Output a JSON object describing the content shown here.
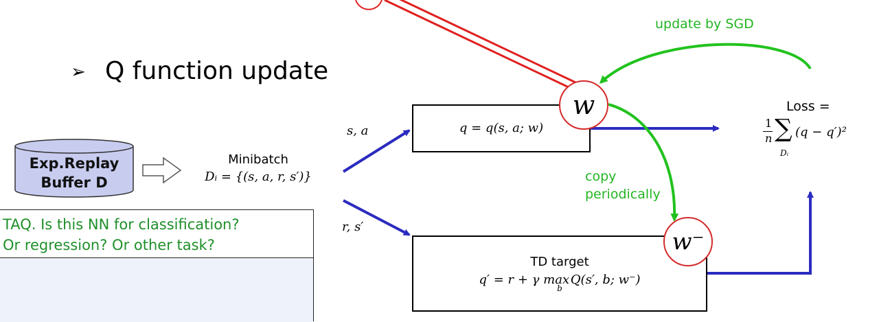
{
  "section_title": "Q function update",
  "buffer": {
    "line1": "Exp.Replay",
    "line2": "Buffer  D"
  },
  "minibatch": {
    "label": "Minibatch",
    "formula": "Dᵢ = {(s, a, r, s′)}"
  },
  "inputs": {
    "online": "s, a",
    "target": "r, s′"
  },
  "online_net": {
    "formula": "q = q(s, a; w)",
    "weight": "w"
  },
  "target_net": {
    "title": "TD target",
    "formula_left": "q′ = r + γ max",
    "formula_sub": "b",
    "formula_right": "Q(s′, b; w⁻)",
    "weight": "w⁻"
  },
  "loss": {
    "label": "Loss =",
    "numer": "1",
    "denom": "n",
    "sub": "Dᵢ",
    "expr": "(q − q′)²"
  },
  "annotations": {
    "sgd": "update by SGD",
    "copy_line1": "copy",
    "copy_line2": "periodically"
  },
  "taq": {
    "line1": "TAQ. Is this NN for classification?",
    "line2": "Or regression?   Or other task?"
  },
  "colors": {
    "blue_arrow": "#2b2bbf",
    "green_arrow": "#22c21e",
    "red_lines": "#e02020",
    "buffer_fill": "#c8cdf0",
    "note_fill": "#eef3fb"
  }
}
